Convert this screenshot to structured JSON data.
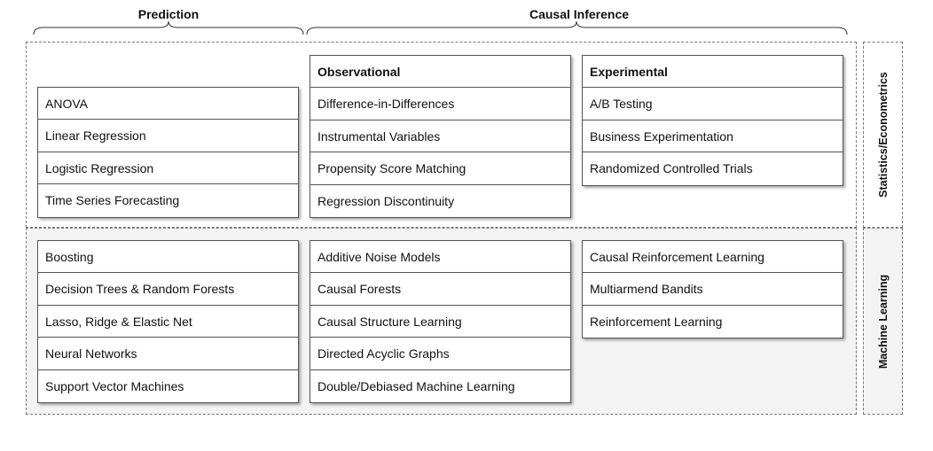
{
  "headers": {
    "prediction": "Prediction",
    "causal_inference": "Causal Inference"
  },
  "side_labels": {
    "statistics": "Statistics/Econometrics",
    "machine_learning": "Machine Learning"
  },
  "boxes": {
    "stats_prediction": {
      "title": "",
      "items": [
        "ANOVA",
        "Linear Regression",
        "Logistic Regression",
        "Time Series Forecasting"
      ]
    },
    "stats_observational": {
      "title": "Observational",
      "items": [
        "Difference-in-Differences",
        "Instrumental Variables",
        "Propensity Score Matching",
        "Regression Discontinuity"
      ]
    },
    "stats_experimental": {
      "title": "Experimental",
      "items": [
        "A/B Testing",
        "Business Experimentation",
        "Randomized Controlled Trials"
      ]
    },
    "ml_prediction": {
      "title": "",
      "items": [
        "Boosting",
        "Decision Trees & Random Forests",
        "Lasso, Ridge & Elastic Net",
        "Neural Networks",
        "Support Vector Machines"
      ]
    },
    "ml_observational": {
      "title": "",
      "items": [
        "Additive Noise Models",
        "Causal Forests",
        "Causal Structure Learning",
        "Directed Acyclic Graphs",
        "Double/Debiased Machine Learning"
      ]
    },
    "ml_experimental": {
      "title": "",
      "items": [
        "Causal Reinforcement Learning",
        "Multiarmend Bandits",
        "Reinforcement Learning"
      ]
    }
  }
}
